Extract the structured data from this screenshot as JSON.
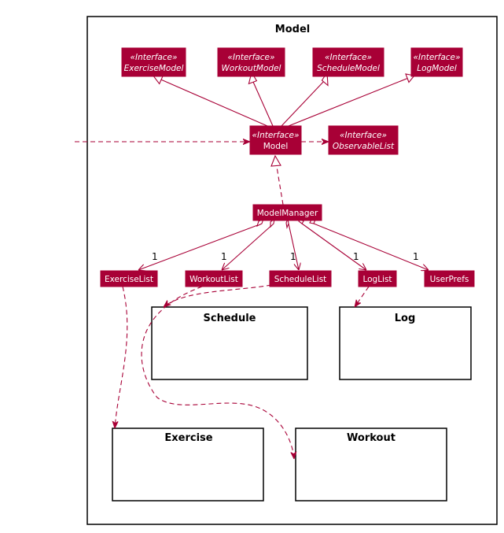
{
  "package": {
    "title": "Model"
  },
  "interfaces": {
    "stereotype": "«Interface»",
    "exercise_model": "ExerciseModel",
    "workout_model": "WorkoutModel",
    "schedule_model": "ScheduleModel",
    "log_model": "LogModel",
    "model": "Model",
    "observable_list": "ObservableList"
  },
  "classes": {
    "model_manager": "ModelManager",
    "exercise_list": "ExerciseList",
    "workout_list": "WorkoutList",
    "schedule_list": "ScheduleList",
    "log_list": "LogList",
    "user_prefs": "UserPrefs"
  },
  "multiplicities": {
    "exercise_list": "1",
    "workout_list": "1",
    "schedule_list": "1",
    "log_list": "1",
    "user_prefs": "1"
  },
  "subpackages": {
    "schedule": "Schedule",
    "log": "Log",
    "exercise": "Exercise",
    "workout": "Workout"
  },
  "colors": {
    "class_fill": "#A80036",
    "line": "#A80036",
    "text_on_class": "#FFFFFF",
    "frame": "#000000"
  }
}
